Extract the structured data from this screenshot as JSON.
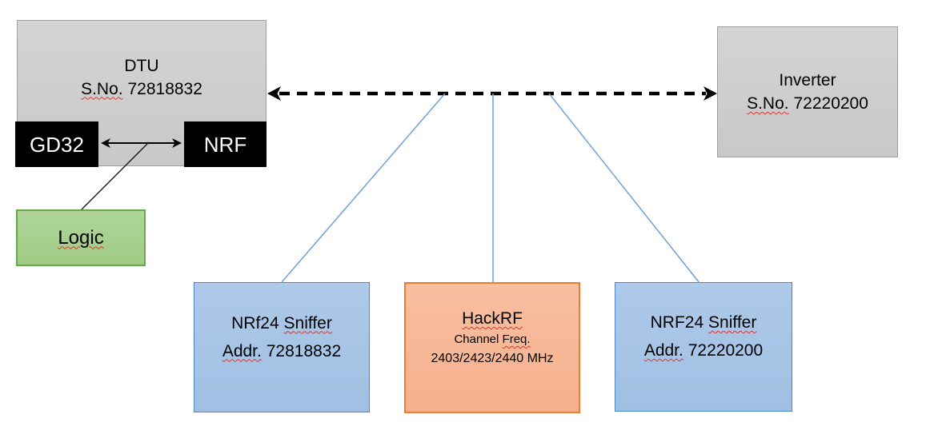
{
  "colors": {
    "box_gray_fill": "#cbcbcb",
    "box_gray_border": "#9e9e9e",
    "box_blue_fill": "#a9c7e8",
    "box_blue_border": "#4d86c0",
    "box_orange_fill": "#f7bb9d",
    "box_orange_border": "#ed7d31",
    "box_green_fill": "#a9d18e",
    "box_green_border": "#68a74d",
    "chip_black": "#000000",
    "connector_blue": "#6fa0d8",
    "arrow_black": "#000000",
    "spellcheck_red": "#e0342b"
  },
  "dtu": {
    "title": "DTU",
    "serial_prefix": "S.No.",
    "serial_number": "72818832"
  },
  "gd32": {
    "label": "GD32"
  },
  "nrf": {
    "label": "NRF"
  },
  "logic": {
    "label": "Logic"
  },
  "inverter": {
    "title": "Inverter",
    "serial_prefix": "S.No.",
    "serial_number": "72220200"
  },
  "sniffer_left": {
    "name_prefix": "NRf24",
    "name_word": "Sniffer",
    "addr_label": "Addr.",
    "addr_value": "72818832"
  },
  "hackrf": {
    "title": "HackRF",
    "channel_prefix": "Channel",
    "channel_word": "Freq.",
    "frequencies": "2403/2423/2440 MHz"
  },
  "sniffer_right": {
    "name_prefix": "NRF24",
    "name_word": "Sniffer",
    "addr_label": "Addr.",
    "addr_value": "72220200"
  }
}
